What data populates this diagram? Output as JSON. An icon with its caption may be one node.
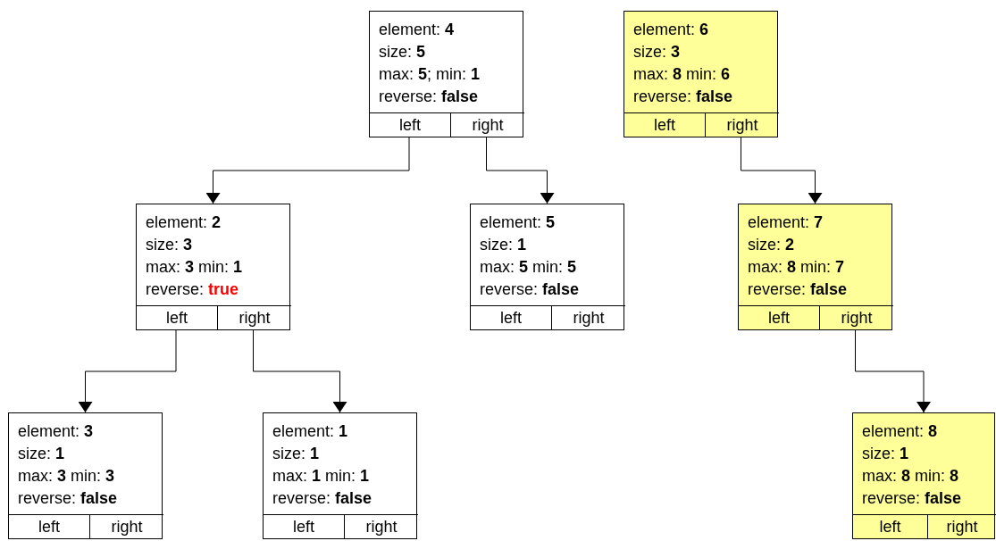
{
  "diagram": {
    "nodes": [
      {
        "text": [
          "element: **4**",
          "size: **5**",
          "max: **5**; min: **1**",
          "reverse: **false**"
        ]
      },
      {
        "text": [
          "left"
        ],
        "in": 0
      },
      {
        "text": [
          "right"
        ],
        "in": 0
      },
      {
        "text": [
          "element: **6**",
          "size: **3**",
          "max: **8** min: **6**",
          "reverse: **false**"
        ]
      },
      {
        "text": [
          "left"
        ],
        "in": 3
      },
      {
        "text": [
          "right"
        ],
        "in": 3
      },
      {
        "text": [
          "element: **2**",
          "size: **3**",
          "max: **3** min: **1**",
          "reverse: **true**"
        ]
      },
      {
        "text": [
          "left"
        ],
        "in": 6
      },
      {
        "text": [
          "right"
        ],
        "in": 6
      },
      {
        "text": [
          "element: **5**",
          "size: **1**",
          "max: **5** min: **5**",
          "reverse: **false**"
        ]
      },
      {
        "text": [
          "left"
        ],
        "in": 9
      },
      {
        "text": [
          "right"
        ],
        "in": 9
      },
      {
        "text": [
          "element: **7**",
          "size: **2**",
          "max: **8** min: **7**",
          "reverse: **false**"
        ]
      },
      {
        "text": [
          "left"
        ],
        "in": 12
      },
      {
        "text": [
          "right"
        ],
        "in": 12
      },
      {
        "text": [
          "element: **3**",
          "size: **1**",
          "max: **3** min: **3**",
          "reverse: **false**"
        ]
      },
      {
        "text": [
          "left"
        ],
        "in": 15
      },
      {
        "text": [
          "right"
        ],
        "in": 15
      },
      {
        "text": [
          "element: **1**",
          "size: **1**",
          "max: **1** min: **1**",
          "reverse: **false**"
        ]
      },
      {
        "text": [
          "left"
        ],
        "in": 18
      },
      {
        "text": [
          "right"
        ],
        "in": 18
      },
      {
        "text": [
          "element: **8**",
          "size: **1**",
          "max: **8** min: **8**",
          "reverse: **false**"
        ]
      },
      {
        "text": [
          "left"
        ],
        "in": 21
      },
      {
        "text": [
          "right"
        ],
        "in": 21
      }
    ],
    "edges": [
      {
        "from": 1,
        "to": 6,
        "arrow": "to"
      },
      {
        "from": 2,
        "to": 9,
        "arrow": "to"
      },
      {
        "from": 5,
        "to": 12,
        "arrow": "to"
      },
      {
        "from": 7,
        "to": 15,
        "arrow": "to"
      },
      {
        "from": 8,
        "to": 18,
        "arrow": "to"
      },
      {
        "from": 14,
        "to": 21,
        "arrow": "to"
      }
    ]
  }
}
